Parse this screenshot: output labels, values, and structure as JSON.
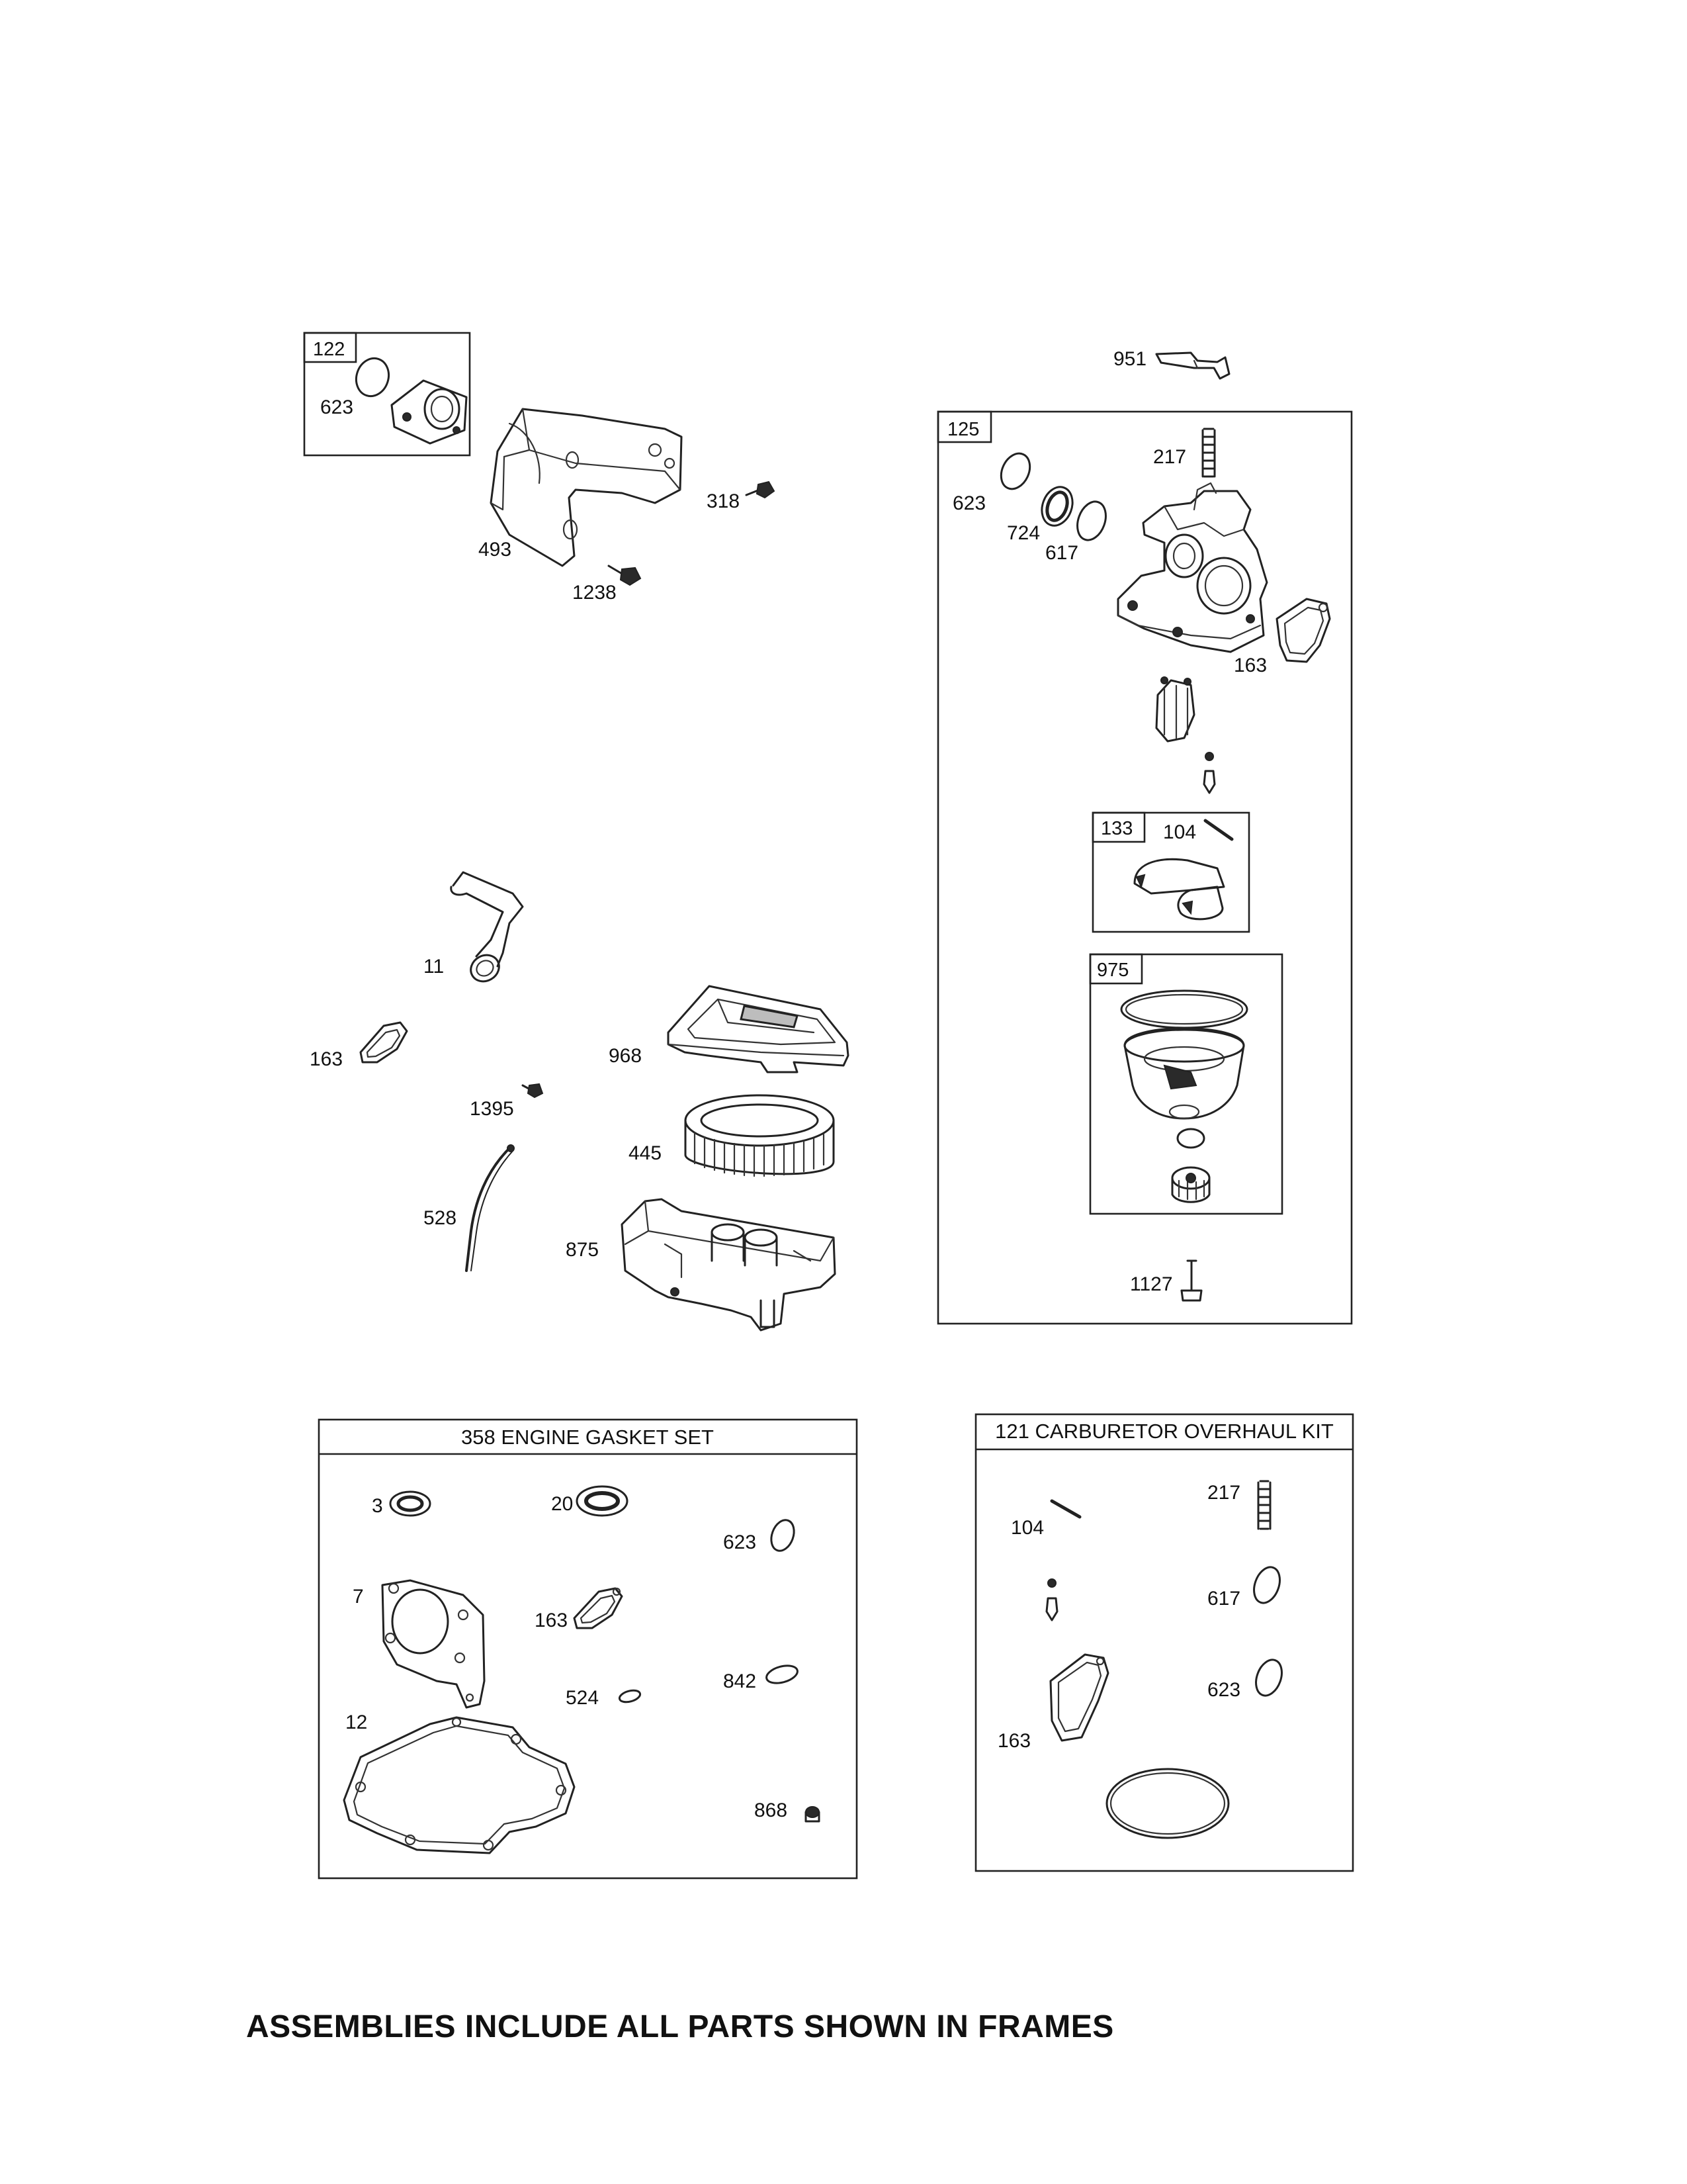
{
  "frames": {
    "f122": "122",
    "f125": "125",
    "f133": "133",
    "f975": "975"
  },
  "kits": {
    "gasket_set": "358 ENGINE GASKET SET",
    "carb_kit": "121 CARBURETOR OVERHAUL KIT"
  },
  "parts": {
    "p623a": "623",
    "p493": "493",
    "p318": "318",
    "p1238": "1238",
    "p951": "951",
    "p217": "217",
    "p623b": "623",
    "p724": "724",
    "p617": "617",
    "p163a": "163",
    "p104a": "104",
    "p1127": "1127",
    "p11": "11",
    "p163b": "163",
    "p968": "968",
    "p1395": "1395",
    "p445": "445",
    "p528": "528",
    "p875": "875"
  },
  "gasket_set_parts": {
    "g3": "3",
    "g20": "20",
    "g623": "623",
    "g7": "7",
    "g163": "163",
    "g842": "842",
    "g524": "524",
    "g12": "12",
    "g868": "868"
  },
  "carb_kit_parts": {
    "k217": "217",
    "k104": "104",
    "k617": "617",
    "k623": "623",
    "k163": "163"
  },
  "footer": "ASSEMBLIES INCLUDE ALL PARTS SHOWN IN FRAMES"
}
